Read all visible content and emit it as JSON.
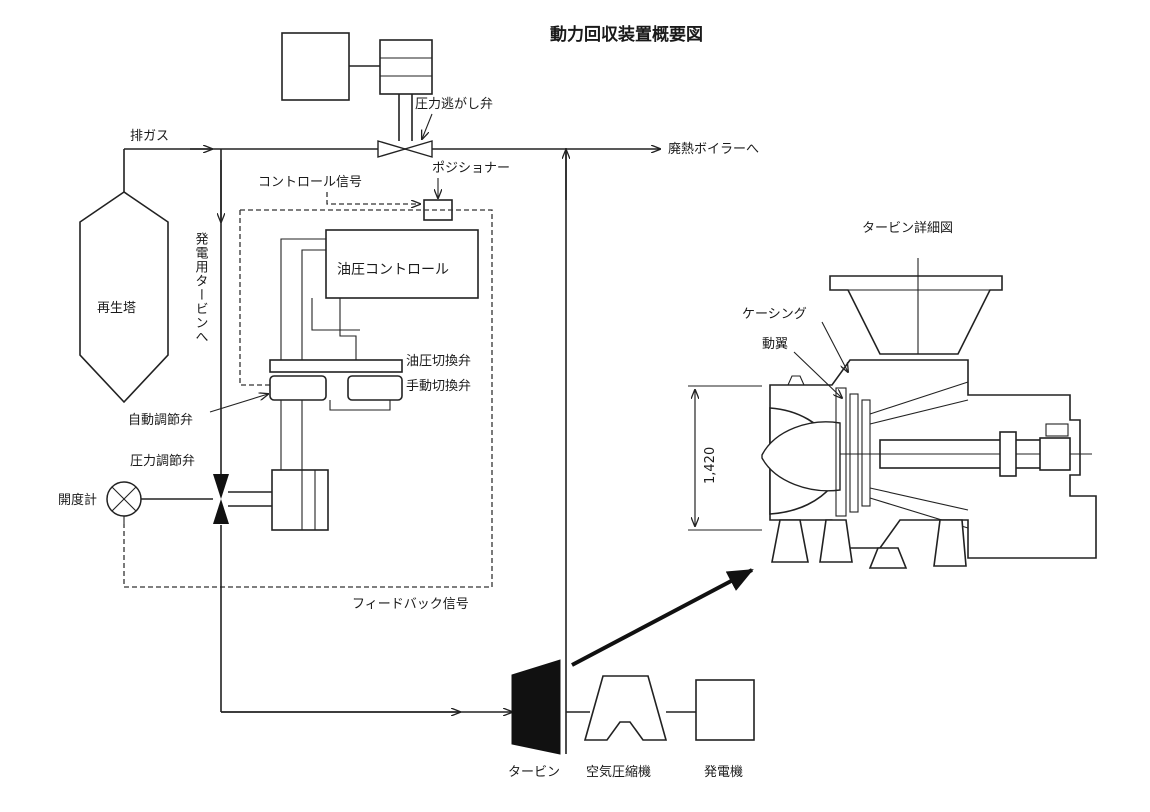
{
  "title": "動力回収装置概要図",
  "labels": {
    "relief_valve": "圧力逃がし弁",
    "exhaust_gas": "排ガス",
    "to_waste_boiler": "廃熱ボイラーへ",
    "positioner": "ポジショナー",
    "control_signal": "コントロール信号",
    "to_turbine_vertical": "発電用タービンへ",
    "regen_tower": "再生塔",
    "hydraulic_control": "油圧コントロール",
    "hydraulic_switch_valve": "油圧切換弁",
    "manual_switch_valve": "手動切換弁",
    "auto_control_valve": "自動調節弁",
    "pressure_control_valve": "圧力調節弁",
    "opening_meter": "開度計",
    "feedback_signal": "フィードバック信号",
    "turbine": "タービン",
    "air_compressor": "空気圧縮機",
    "generator": "発電機",
    "turbine_detail": "タービン詳細図",
    "casing": "ケーシング",
    "rotor_blade": "動翼",
    "dimension": "1,420"
  },
  "colors": {
    "line": "#222222",
    "background": "#ffffff"
  }
}
